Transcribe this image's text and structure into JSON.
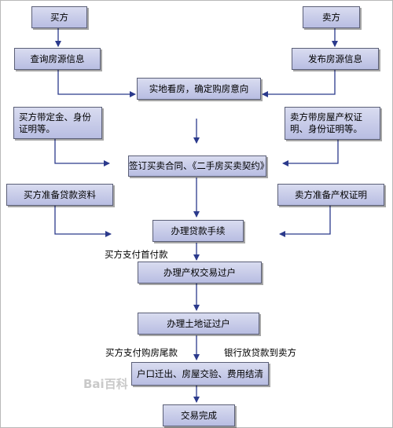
{
  "nodes": {
    "buyer": "买方",
    "seller": "卖方",
    "query_listing": "查询房源信息",
    "publish_listing": "发布房源信息",
    "site_visit": "实地看房，确定购房意向",
    "buyer_docs": "买方带定金、身份证明等。",
    "seller_docs": "卖方带房屋产权证明、身份证明等。",
    "sign_contract": "签订买卖合同、《二手房买卖契约》",
    "buyer_loan_docs": "买方准备贷款资料",
    "seller_property_cert": "卖方准备产权证明",
    "loan_procedure": "办理贷款手续",
    "transfer_title": "办理产权交易过户",
    "transfer_land": "办理土地证过户",
    "settlement": "户口迁出、房屋交验、费用结清",
    "complete": "交易完成"
  },
  "labels": {
    "down_payment": "买方支付首付款",
    "final_payment": "买方支付购房尾款",
    "bank_loan": "银行放贷款到卖方"
  },
  "watermark": "Bai百科",
  "colors": {
    "box_fill_top": "#d9dcf0",
    "box_fill_bottom": "#b8bde2",
    "box_border": "#5b5f77",
    "arrow": "#2b3a8c"
  }
}
